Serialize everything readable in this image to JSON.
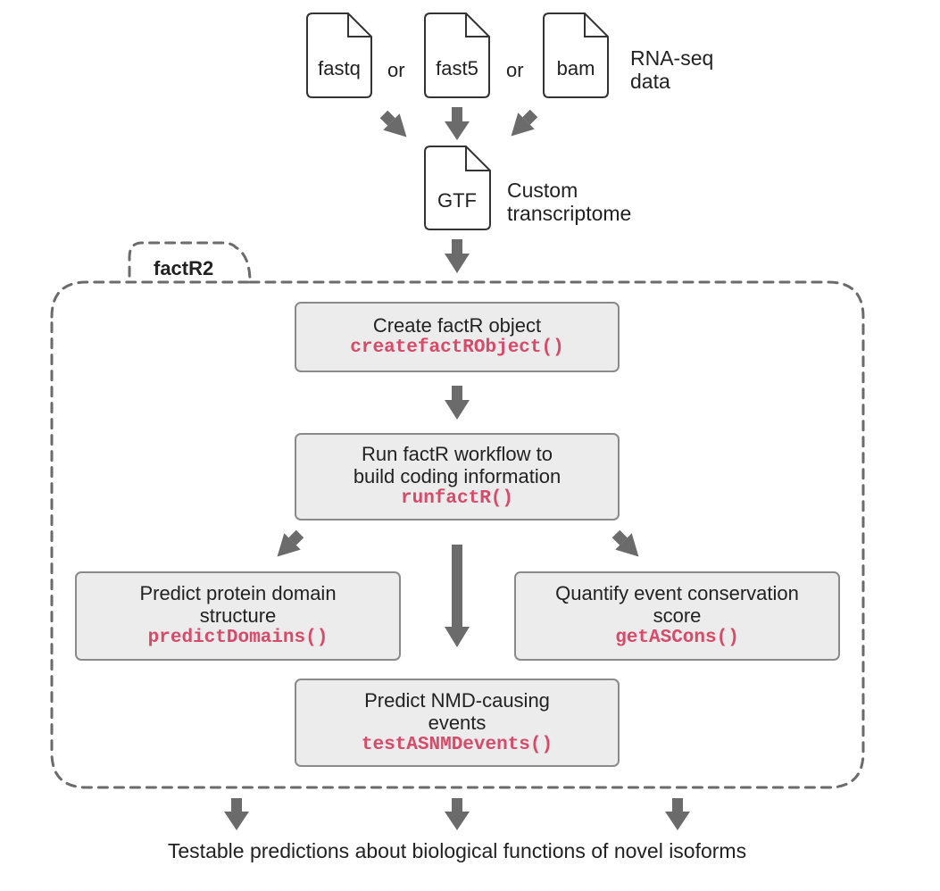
{
  "colors": {
    "arrow": "#6b6b6b",
    "box_fill": "#ececec",
    "box_border": "#8a8a8a",
    "code": "#d64a6a",
    "dashed": "#6b6b6b"
  },
  "inputs": {
    "files": [
      "fastq",
      "fast5",
      "bam"
    ],
    "or_1": "or",
    "or_2": "or",
    "label_line1": "RNA-seq",
    "label_line2": "data"
  },
  "transcriptome": {
    "file": "GTF",
    "label_line1": "Custom",
    "label_line2": "transcriptome"
  },
  "package": {
    "name": "factR2"
  },
  "steps": {
    "create": {
      "title": "Create factR object",
      "code": "createfactRObject()"
    },
    "run": {
      "title_line1": "Run factR workflow to",
      "title_line2": "build coding information",
      "code": "runfactR()"
    },
    "domains": {
      "title_line1": "Predict protein domain",
      "title_line2": "structure",
      "code": "predictDomains()"
    },
    "conservation": {
      "title_line1": "Quantify event conservation",
      "title_line2": "score",
      "code": "getASCons()"
    },
    "nmd": {
      "title_line1": "Predict NMD-causing",
      "title_line2": "events",
      "code": "testASNMDevents()"
    }
  },
  "output": {
    "text": "Testable predictions about biological functions of novel isoforms"
  }
}
